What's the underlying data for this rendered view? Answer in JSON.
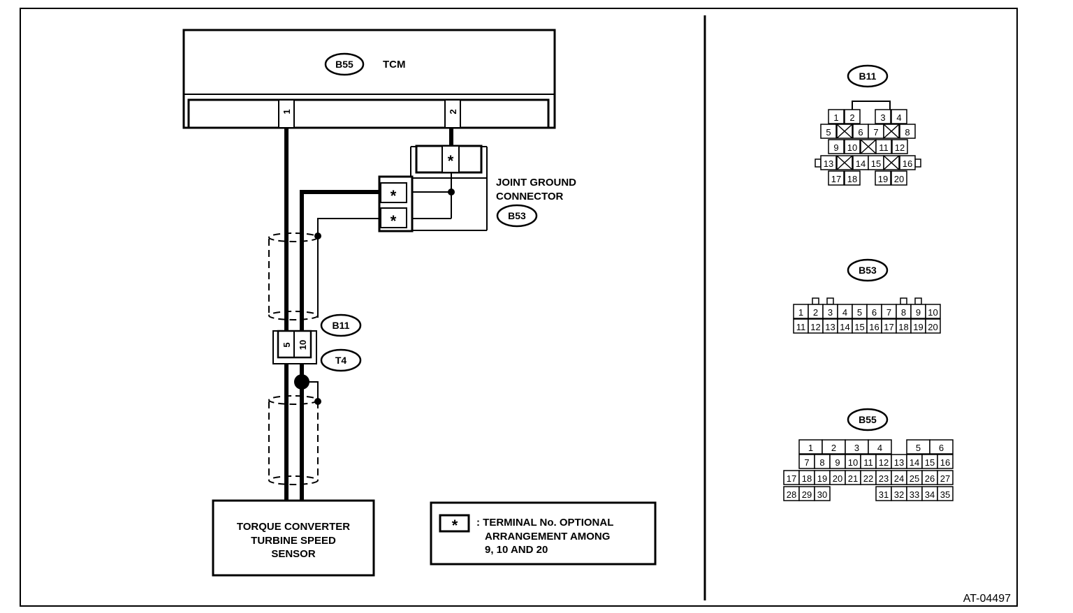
{
  "figure_id": "AT-04497",
  "wiring": {
    "tcm_label": "TCM",
    "tcm_connector": "B55",
    "tcm_pin_1": "1",
    "tcm_pin_2": "2",
    "joint_ground_line1": "JOINT GROUND",
    "joint_ground_line2": "CONNECTOR",
    "joint_ground_connector": "B53",
    "asterisk": "*",
    "inline_connector_a": "B11",
    "inline_connector_b": "T4",
    "inline_pin_5": "5",
    "inline_pin_10": "10",
    "sensor_line1": "TORQUE CONVERTER",
    "sensor_line2": "TURBINE SPEED",
    "sensor_line3": "SENSOR"
  },
  "note": {
    "symbol": "*",
    "line1": ": TERMINAL No. OPTIONAL",
    "line2": "ARRANGEMENT AMONG",
    "line3": "9, 10 AND 20"
  },
  "connectors": {
    "b11": {
      "label": "B11",
      "rows": [
        [
          "1",
          "2",
          "3",
          "4"
        ],
        [
          "5",
          "6",
          "7",
          "8"
        ],
        [
          "9",
          "10",
          "11",
          "12"
        ],
        [
          "13",
          "14",
          "15",
          "16"
        ],
        [
          "17",
          "18",
          "19",
          "20"
        ]
      ]
    },
    "b53": {
      "label": "B53",
      "rows": [
        [
          "1",
          "2",
          "3",
          "4",
          "5",
          "6",
          "7",
          "8",
          "9",
          "10"
        ],
        [
          "11",
          "12",
          "13",
          "14",
          "15",
          "16",
          "17",
          "18",
          "19",
          "20"
        ]
      ]
    },
    "b55": {
      "label": "B55",
      "rows": [
        [
          "1",
          "2",
          "3",
          "4",
          "5",
          "6"
        ],
        [
          "7",
          "8",
          "9",
          "10",
          "11",
          "12",
          "13",
          "14",
          "15",
          "16"
        ],
        [
          "17",
          "18",
          "19",
          "20",
          "21",
          "22",
          "23",
          "24",
          "25",
          "26",
          "27"
        ],
        [
          "28",
          "29",
          "30",
          "31",
          "32",
          "33",
          "34",
          "35"
        ]
      ]
    }
  }
}
